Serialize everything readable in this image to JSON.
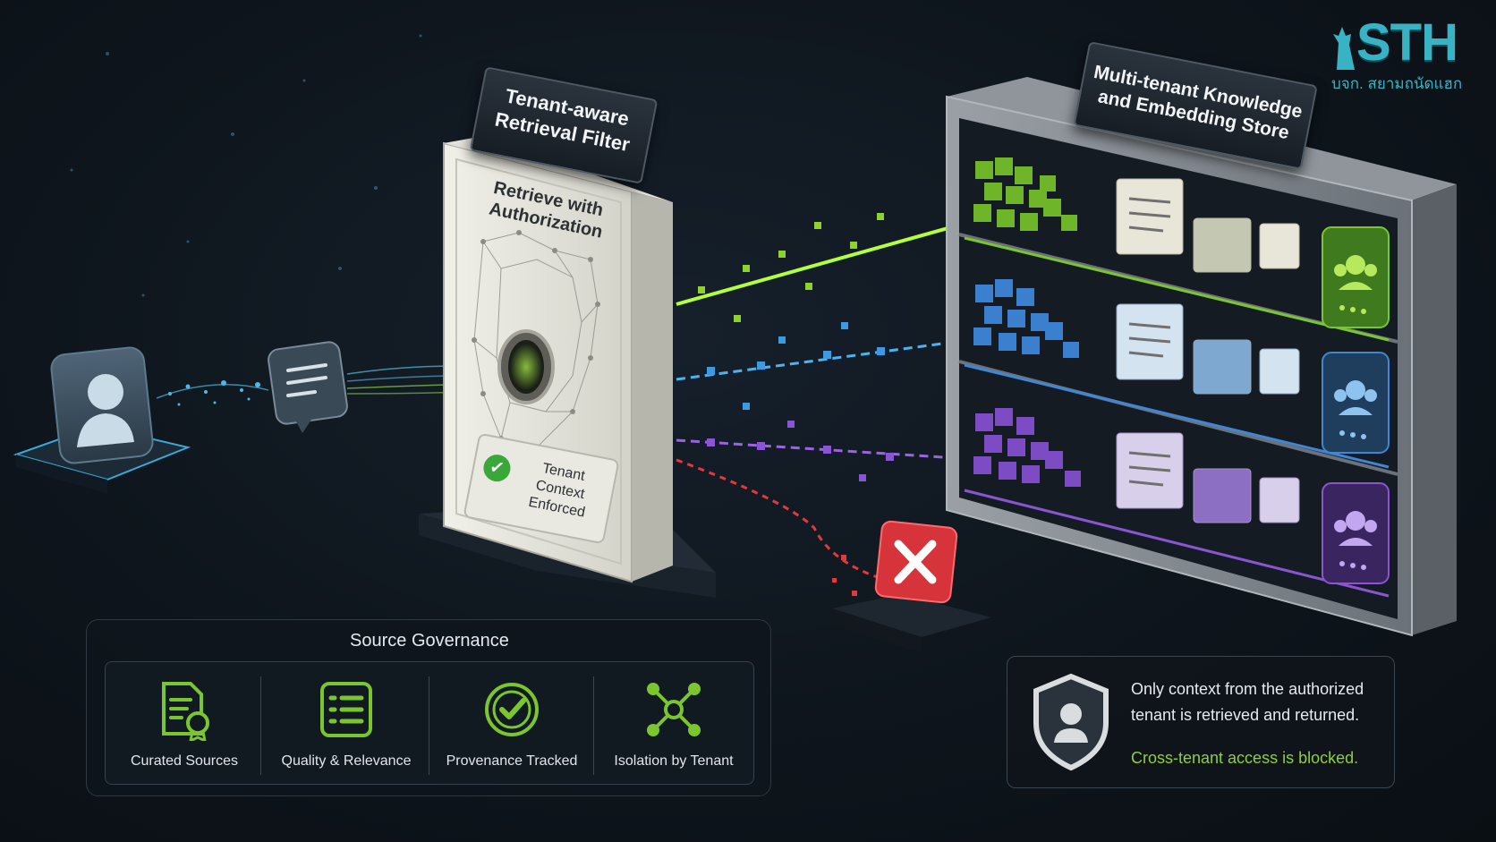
{
  "logo": {
    "letters": "STH",
    "subtitle": "บจก. สยามถนัดแฮก"
  },
  "filter": {
    "title": "Tenant-aware Retrieval Filter",
    "title_line1": "Tenant-aware",
    "title_line2": "Retrieval Filter",
    "face_line1": "Retrieve with",
    "face_line2": "Authorization",
    "badge_line1": "Tenant Context",
    "badge_line2": "Enforced"
  },
  "store": {
    "title_line1": "Multi-tenant Knowledge",
    "title_line2": "and Embedding Store",
    "tenants": [
      {
        "color": "#7bc62e",
        "name": "tenant-green"
      },
      {
        "color": "#3f87d6",
        "name": "tenant-blue"
      },
      {
        "color": "#8a55d0",
        "name": "tenant-purple"
      }
    ]
  },
  "governance": {
    "title": "Source Governance",
    "items": [
      {
        "label": "Curated Sources",
        "icon": "certificate-document-icon"
      },
      {
        "label": "Quality & Relevance",
        "icon": "list-icon"
      },
      {
        "label": "Provenance Tracked",
        "icon": "check-circle-icon"
      },
      {
        "label": "Isolation by Tenant",
        "icon": "network-nodes-icon"
      }
    ],
    "accent": "#7bc62e"
  },
  "note": {
    "line1": "Only context from the authorized",
    "line2": "tenant is retrieved and returned.",
    "blocked": "Cross-tenant access is blocked.",
    "icon": "shield-user-icon"
  },
  "blocked_marker": {
    "icon": "close-icon",
    "color": "#d6333a"
  }
}
